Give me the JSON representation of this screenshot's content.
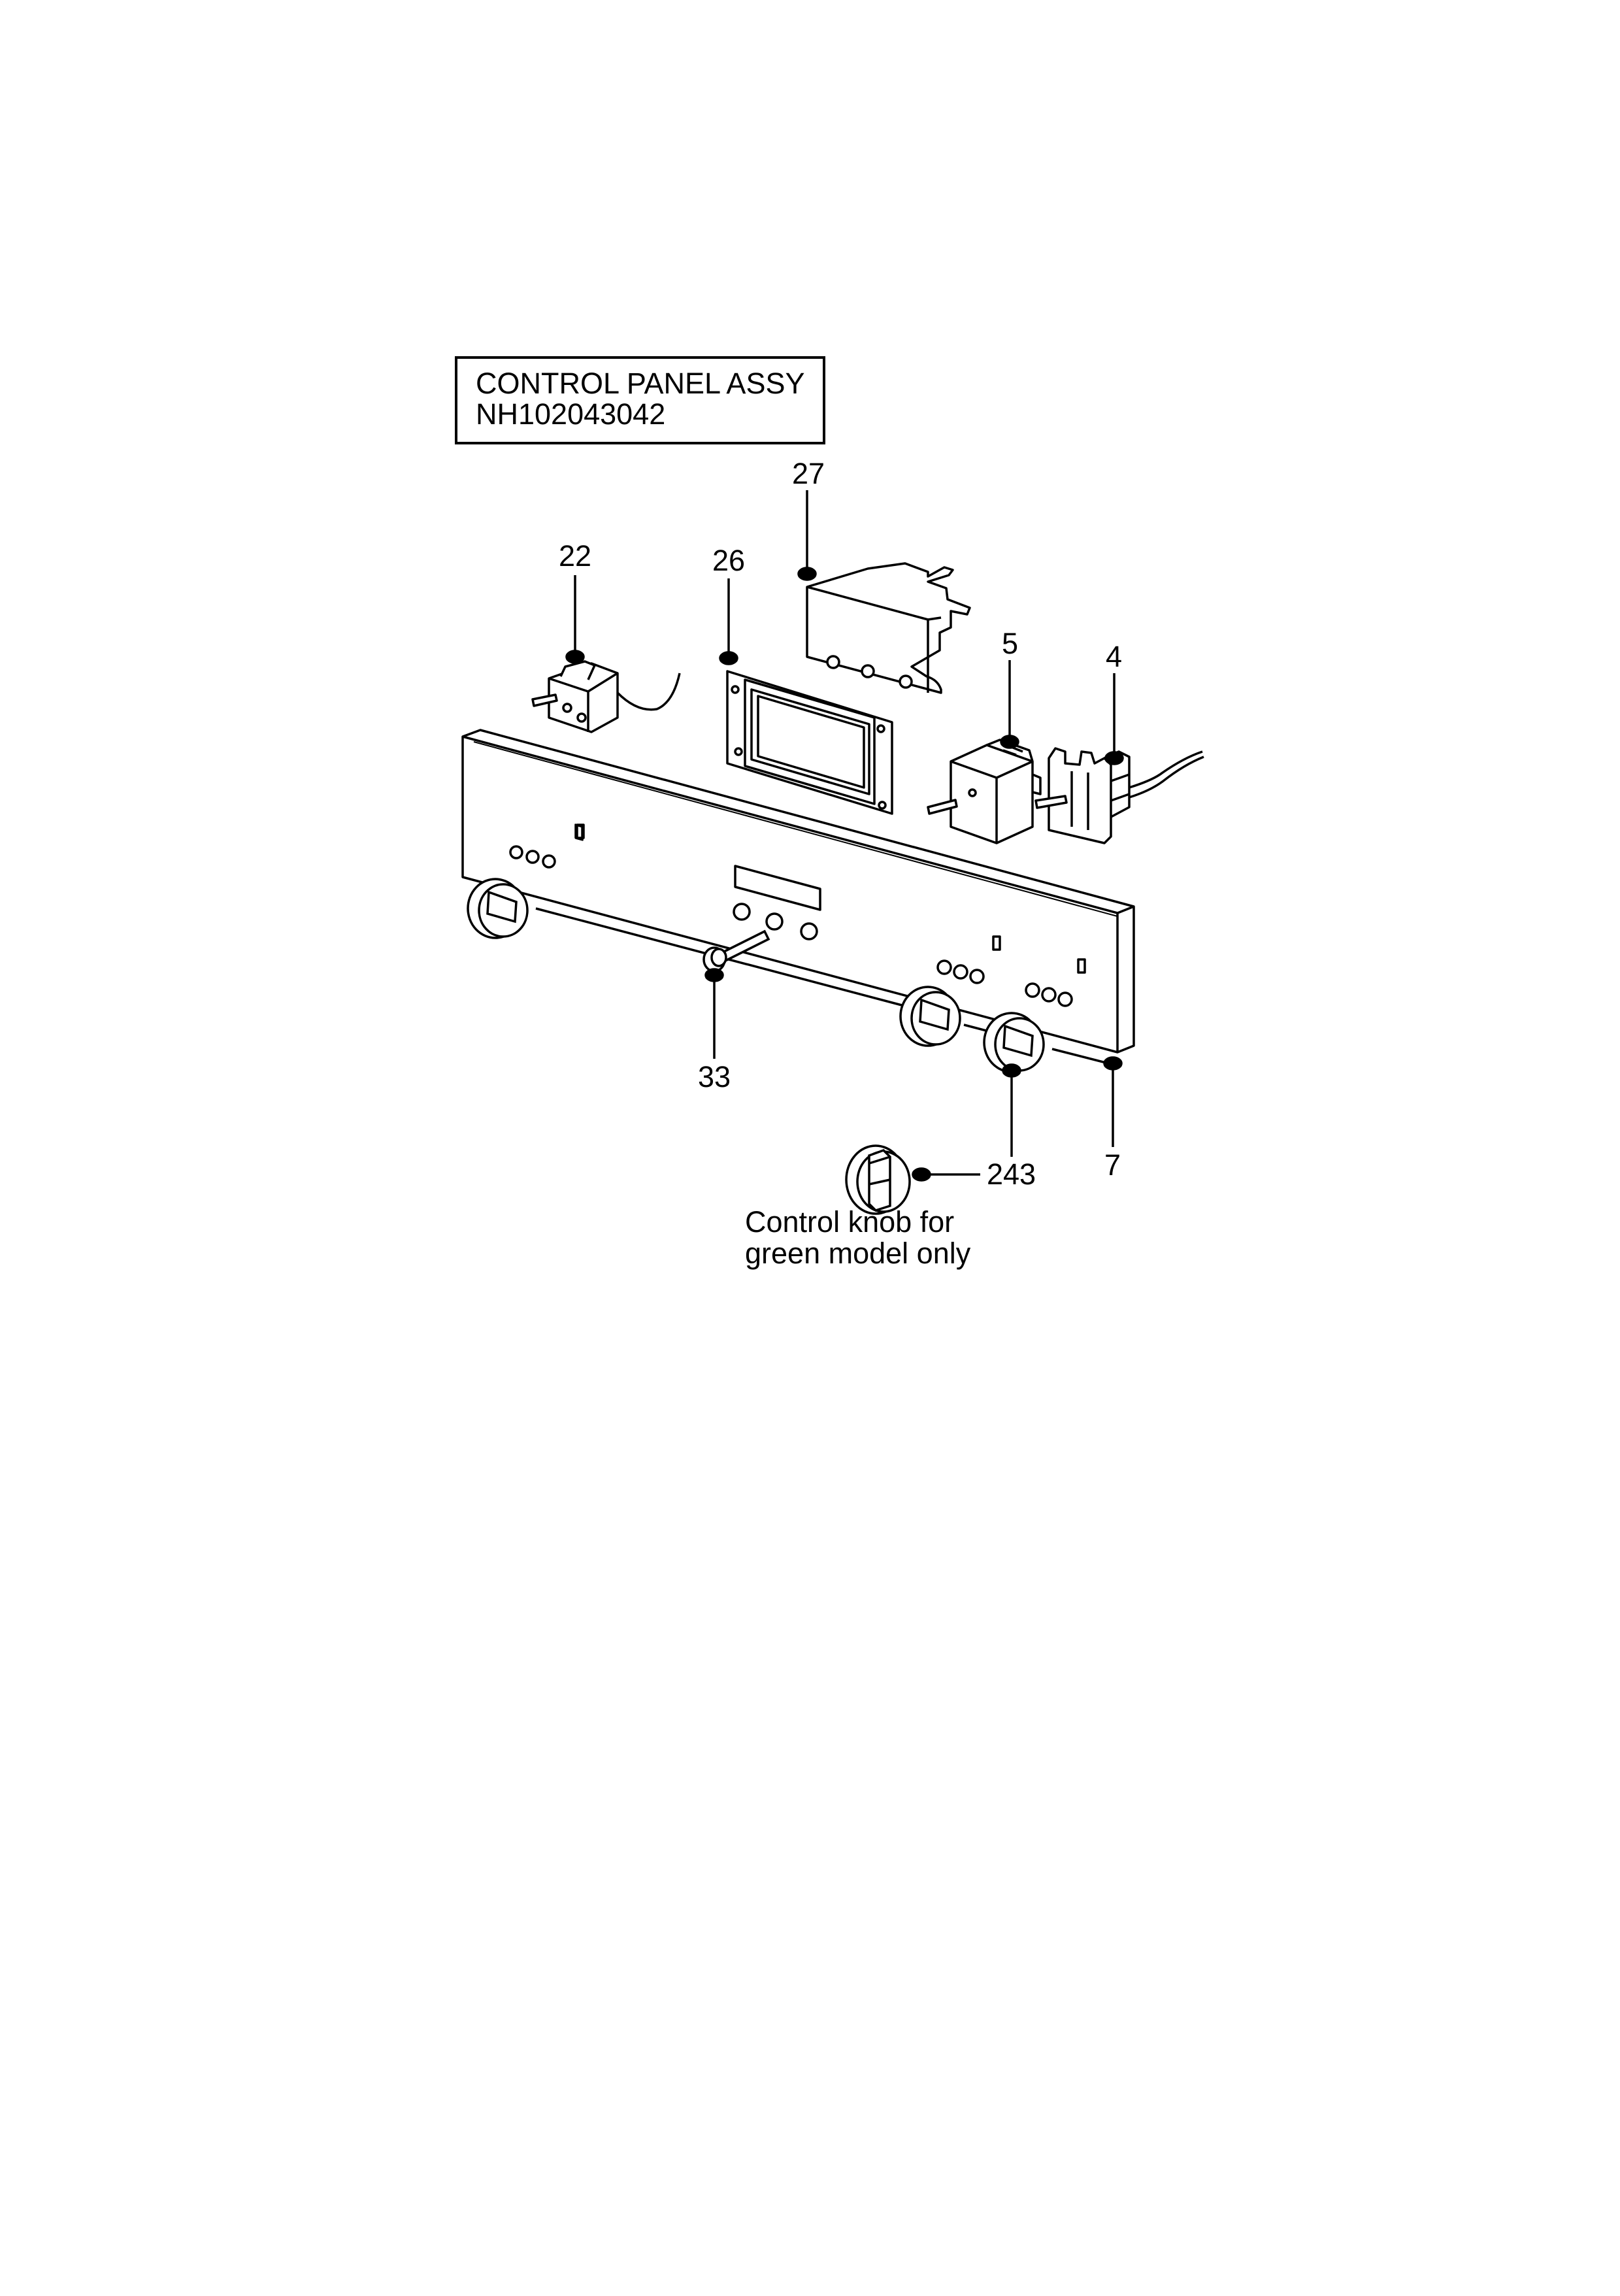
{
  "title_box": {
    "line1": "CONTROL PANEL ASSY",
    "line2": "NH102043042"
  },
  "callouts": {
    "p27": "27",
    "p22": "22",
    "p26": "26",
    "p5": "5",
    "p4": "4",
    "p33": "33",
    "p243": "243",
    "p7": "7"
  },
  "note": {
    "line1": "Control knob for",
    "line2": "green model only"
  }
}
